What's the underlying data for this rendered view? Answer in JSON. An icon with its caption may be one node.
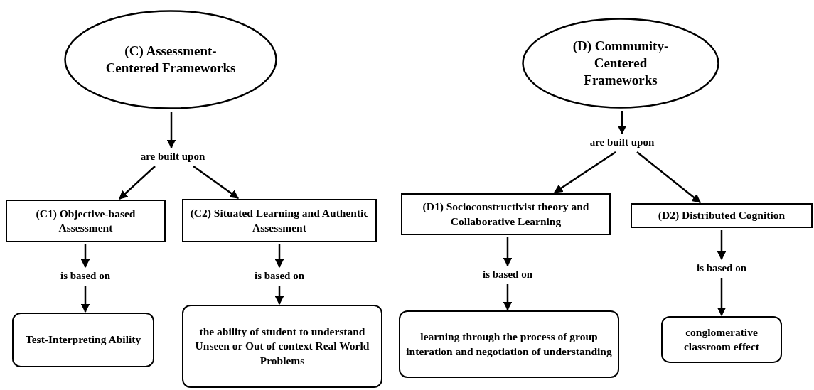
{
  "diagram": {
    "nodes": [
      {
        "text": [
          "(C) Assessment- Centered Frameworks"
        ]
      },
      {
        "text": [
          "are built upon"
        ]
      },
      {
        "text": [
          "(C1) Objective-based Assessment"
        ]
      },
      {
        "text": [
          "(C2) Situated Learning and Authentic Assessment"
        ]
      },
      {
        "text": [
          "is based on"
        ]
      },
      {
        "text": [
          "is based on"
        ]
      },
      {
        "text": [
          "Test-Interpreting Ability"
        ]
      },
      {
        "text": [
          "the ability of student to understand Unseen or Out of context Real World Problems"
        ]
      },
      {
        "text": [
          "(D) Community- Centered Frameworks"
        ]
      },
      {
        "text": [
          "are built upon"
        ]
      },
      {
        "text": [
          "(D1) Socioconstructivist theory and Collaborative Learning"
        ]
      },
      {
        "text": [
          "(D2) Distributed Cognition"
        ]
      },
      {
        "text": [
          "is based on"
        ]
      },
      {
        "text": [
          "is based on"
        ]
      },
      {
        "text": [
          "learning through the process of group interation and negotiation of understanding"
        ]
      },
      {
        "text": [
          "conglomerative classroom effect"
        ]
      }
    ],
    "edges": [
      {
        "from": 0,
        "to": 1,
        "arrow": "to"
      },
      {
        "from": 1,
        "to": 2,
        "arrow": "to"
      },
      {
        "from": 1,
        "to": 3,
        "arrow": "to"
      },
      {
        "from": 2,
        "to": 4,
        "arrow": "to"
      },
      {
        "from": 4,
        "to": 6,
        "arrow": "to"
      },
      {
        "from": 3,
        "to": 5,
        "arrow": "to"
      },
      {
        "from": 5,
        "to": 7,
        "arrow": "to"
      },
      {
        "from": 8,
        "to": 9,
        "arrow": "to"
      },
      {
        "from": 9,
        "to": 10,
        "arrow": "to"
      },
      {
        "from": 9,
        "to": 11,
        "arrow": "to"
      },
      {
        "from": 10,
        "to": 12,
        "arrow": "to"
      },
      {
        "from": 12,
        "to": 14,
        "arrow": "to"
      },
      {
        "from": 11,
        "to": 13,
        "arrow": "to"
      },
      {
        "from": 13,
        "to": 15,
        "arrow": "to"
      }
    ]
  }
}
